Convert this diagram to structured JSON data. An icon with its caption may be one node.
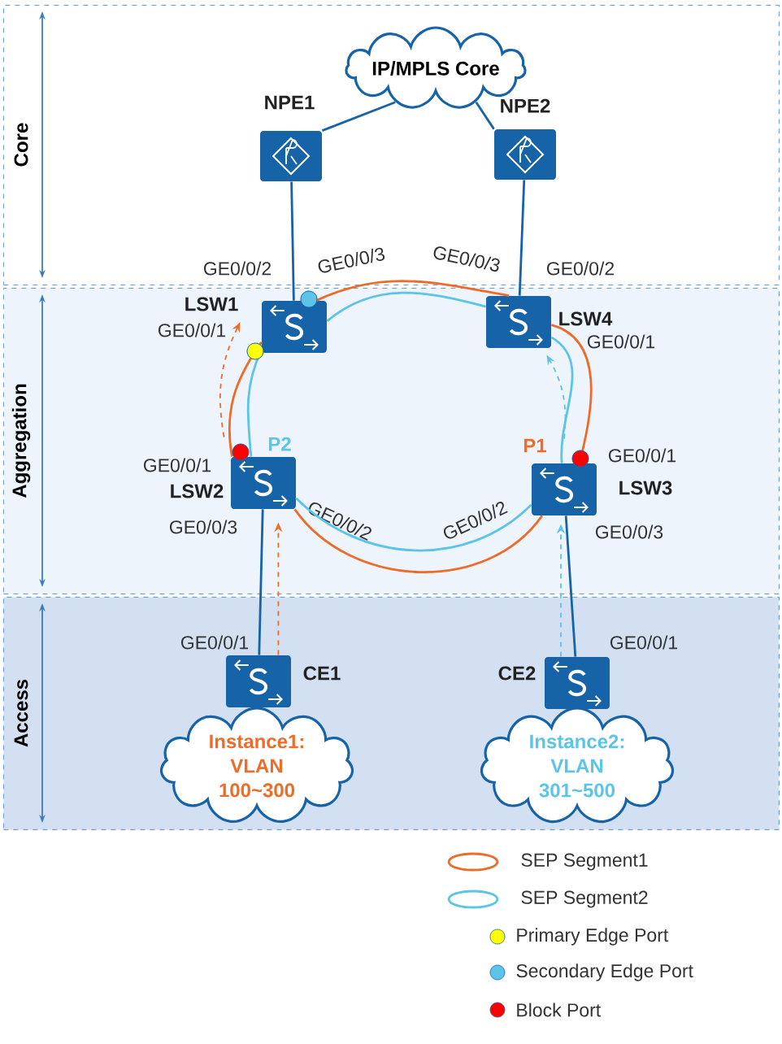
{
  "diagram": {
    "nodes": [
      {
        "text": [
          "Core"
        ]
      },
      {
        "text": [
          "IP/MPLS Core"
        ],
        "in": 0
      },
      {
        "text": [
          "NPE1"
        ],
        "in": 0
      },
      {
        "text": [
          "NPE2"
        ],
        "in": 0
      },
      {
        "text": [
          "Aggregation"
        ]
      },
      {
        "text": [
          "LSW1"
        ],
        "in": 4,
        "beside": [
          "GE0/0/2",
          "GE0/0/3",
          "GE0/0/1"
        ]
      },
      {
        "text": [
          "LSW4"
        ],
        "in": 4,
        "beside": [
          "GE0/0/3",
          "GE0/0/2",
          "GE0/0/1"
        ]
      },
      {
        "text": [
          "LSW2"
        ],
        "in": 4,
        "beside": [
          "GE0/0/1",
          "GE0/0/3",
          "GE0/0/2"
        ]
      },
      {
        "text": [
          "LSW3"
        ],
        "in": 4,
        "beside": [
          "GE0/0/1",
          "GE0/0/2",
          "GE0/0/3"
        ]
      },
      {
        "text": [
          "Access"
        ]
      },
      {
        "text": [
          "CE1"
        ],
        "in": 9,
        "beside": [
          "GE0/0/1"
        ]
      },
      {
        "text": [
          "CE2"
        ],
        "in": 9,
        "beside": [
          "GE0/0/1"
        ]
      },
      {
        "text": [
          "Instance1: VLAN 100~300"
        ],
        "in": 9
      },
      {
        "text": [
          "Instance2: VLAN 301~500"
        ],
        "in": 9
      }
    ],
    "edges": [
      {
        "from": 1,
        "to": 2,
        "arrow": "none"
      },
      {
        "from": 1,
        "to": 3,
        "arrow": "none"
      },
      {
        "from": 2,
        "to": 5,
        "arrow": "none"
      },
      {
        "from": 3,
        "to": 6,
        "arrow": "none"
      },
      {
        "from": 7,
        "to": 10,
        "arrow": "none"
      },
      {
        "from": 8,
        "to": 11,
        "arrow": "none"
      },
      {
        "from": 5,
        "to": 6,
        "arrow": "none",
        "color": "#ee6c2a"
      },
      {
        "from": 6,
        "to": 8,
        "arrow": "none",
        "color": "#ee6c2a"
      },
      {
        "from": 8,
        "to": 7,
        "arrow": "none",
        "color": "#ee6c2a"
      },
      {
        "from": 7,
        "to": 5,
        "arrow": "none",
        "color": "#ee6c2a"
      },
      {
        "from": 5,
        "to": 6,
        "arrow": "none",
        "color": "#5bc4e8"
      },
      {
        "from": 6,
        "to": 8,
        "arrow": "none",
        "color": "#5bc4e8"
      },
      {
        "from": 8,
        "to": 7,
        "arrow": "none",
        "color": "#5bc4e8"
      },
      {
        "from": 7,
        "to": 5,
        "arrow": "none",
        "color": "#5bc4e8"
      },
      {
        "from": 10,
        "to": 7,
        "arrow": "to",
        "style": "dashed",
        "color": "#ee6c2a"
      },
      {
        "from": 7,
        "to": 5,
        "arrow": "to",
        "style": "dashed",
        "color": "#ee6c2a"
      },
      {
        "from": 11,
        "to": 8,
        "arrow": "to",
        "style": "dashed",
        "color": "#5bc4e8"
      },
      {
        "from": 8,
        "to": 6,
        "arrow": "to",
        "style": "dashed",
        "color": "#5bc4e8"
      }
    ],
    "labels": [
      "P2",
      "P1"
    ],
    "legend": [
      {
        "text": "SEP Segment1"
      },
      {
        "text": "SEP Segment2"
      },
      {
        "text": "Primary Edge Port",
        "color": "#ffff00"
      },
      {
        "text": "Secondary Edge Port",
        "color": "#5bc4e8"
      },
      {
        "text": "Block Port",
        "color": "#ff0000"
      }
    ]
  }
}
